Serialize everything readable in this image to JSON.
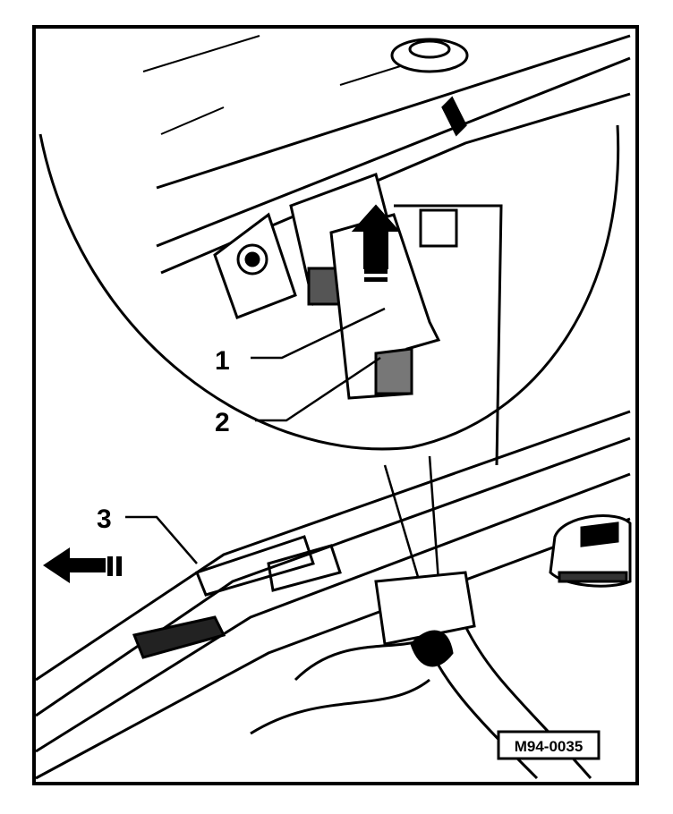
{
  "figure": {
    "callouts": [
      {
        "id": "1",
        "label": "1"
      },
      {
        "id": "2",
        "label": "2"
      },
      {
        "id": "3",
        "label": "3"
      }
    ],
    "reference_code": "M94-0035",
    "colors": {
      "ink": "#000000",
      "paper": "#ffffff"
    },
    "icons": [
      "up-arrow-icon",
      "left-arrow-icon"
    ]
  }
}
